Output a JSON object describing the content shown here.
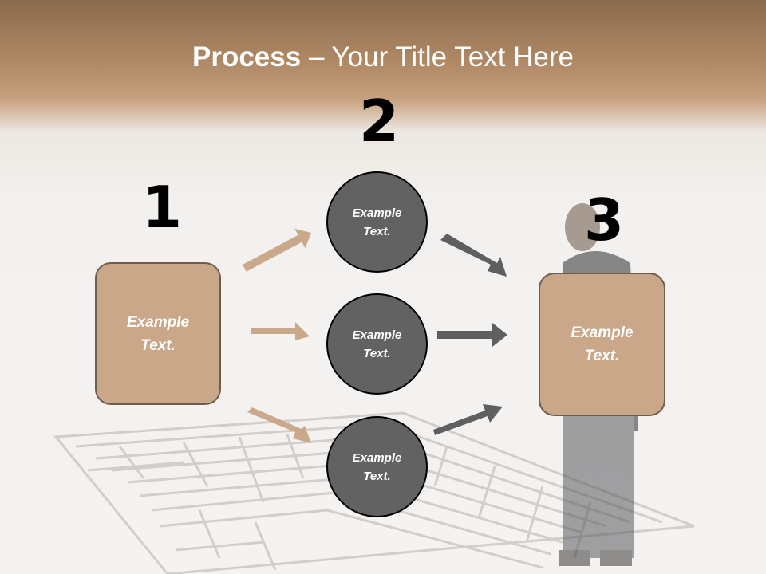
{
  "slide": {
    "title_bold": "Process",
    "title_rest": " – Your Title Text Here"
  },
  "steps": {
    "step1": {
      "number": "1",
      "line1": "Example",
      "line2": "Text."
    },
    "step2": {
      "number": "2"
    },
    "step3": {
      "number": "3",
      "line1": "Example",
      "line2": "Text."
    }
  },
  "circles": [
    {
      "line1": "Example",
      "line2": "Text."
    },
    {
      "line1": "Example",
      "line2": "Text."
    },
    {
      "line1": "Example",
      "line2": "Text."
    }
  ],
  "colors": {
    "header_brown": "#b08a66",
    "box_fill": "#c9a788",
    "circle_fill": "#626262",
    "left_arrow": "#caa98b",
    "right_arrow": "#5f5f5f"
  }
}
